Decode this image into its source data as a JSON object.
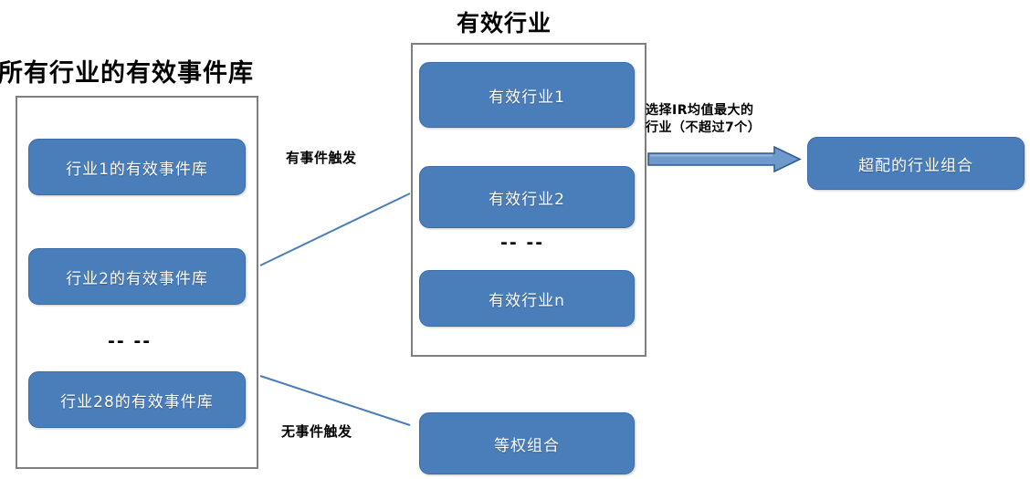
{
  "diagram": {
    "title_left": "所有行业的有效事件库",
    "title_mid": "有效行业",
    "left_column": {
      "nodes": [
        {
          "label": "行业1的有效事件库"
        },
        {
          "label": "行业2的有效事件库"
        },
        {
          "label": "行业28的有效事件库"
        }
      ],
      "ellipsis": "-- --"
    },
    "mid_column": {
      "nodes": [
        {
          "label": "有效行业1"
        },
        {
          "label": "有效行业2"
        },
        {
          "label": "有效行业n"
        }
      ],
      "ellipsis": "-- --"
    },
    "bottom_node": {
      "label": "等权组合"
    },
    "result_node": {
      "label": "超配的行业组合"
    },
    "edges": {
      "has_event": "有事件触发",
      "no_event": "无事件触发",
      "select_line1": "选择IR均值最大的",
      "select_line2": "行业（不超过7个）"
    },
    "colors": {
      "node_fill": "#4a7ebb",
      "node_border": "#3d6ca4",
      "container_border": "#7f7f7f",
      "connector": "#4a7ebb",
      "arrow_fill": "#6e99cb",
      "arrow_border": "#2e5c94",
      "text_dark": "#000000",
      "node_text": "#ffffff",
      "background": "#ffffff"
    }
  }
}
